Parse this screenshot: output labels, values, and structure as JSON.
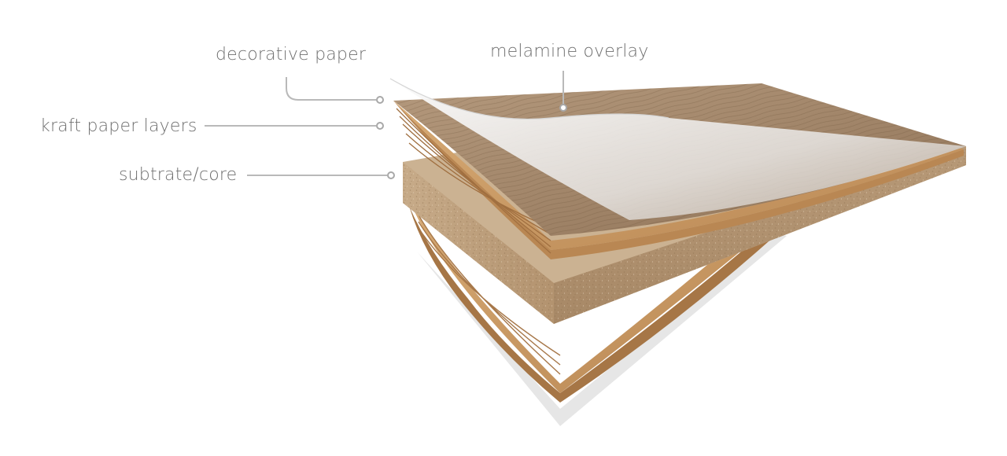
{
  "labels": {
    "decorative_paper": "decorative paper",
    "melamine_overlay": "melamine overlay",
    "kraft_paper_layers": "kraft paper layers",
    "substrate_core": "subtrate/core"
  },
  "colors": {
    "background": "#ffffff",
    "label_text": "#707070",
    "leader_line": "#b9b9b9",
    "wood_veneer": "#a3866a",
    "kraft": "#c99a64",
    "core": "#b89a78",
    "overlay": "#efefef",
    "shadow": "#e4e4e4"
  }
}
